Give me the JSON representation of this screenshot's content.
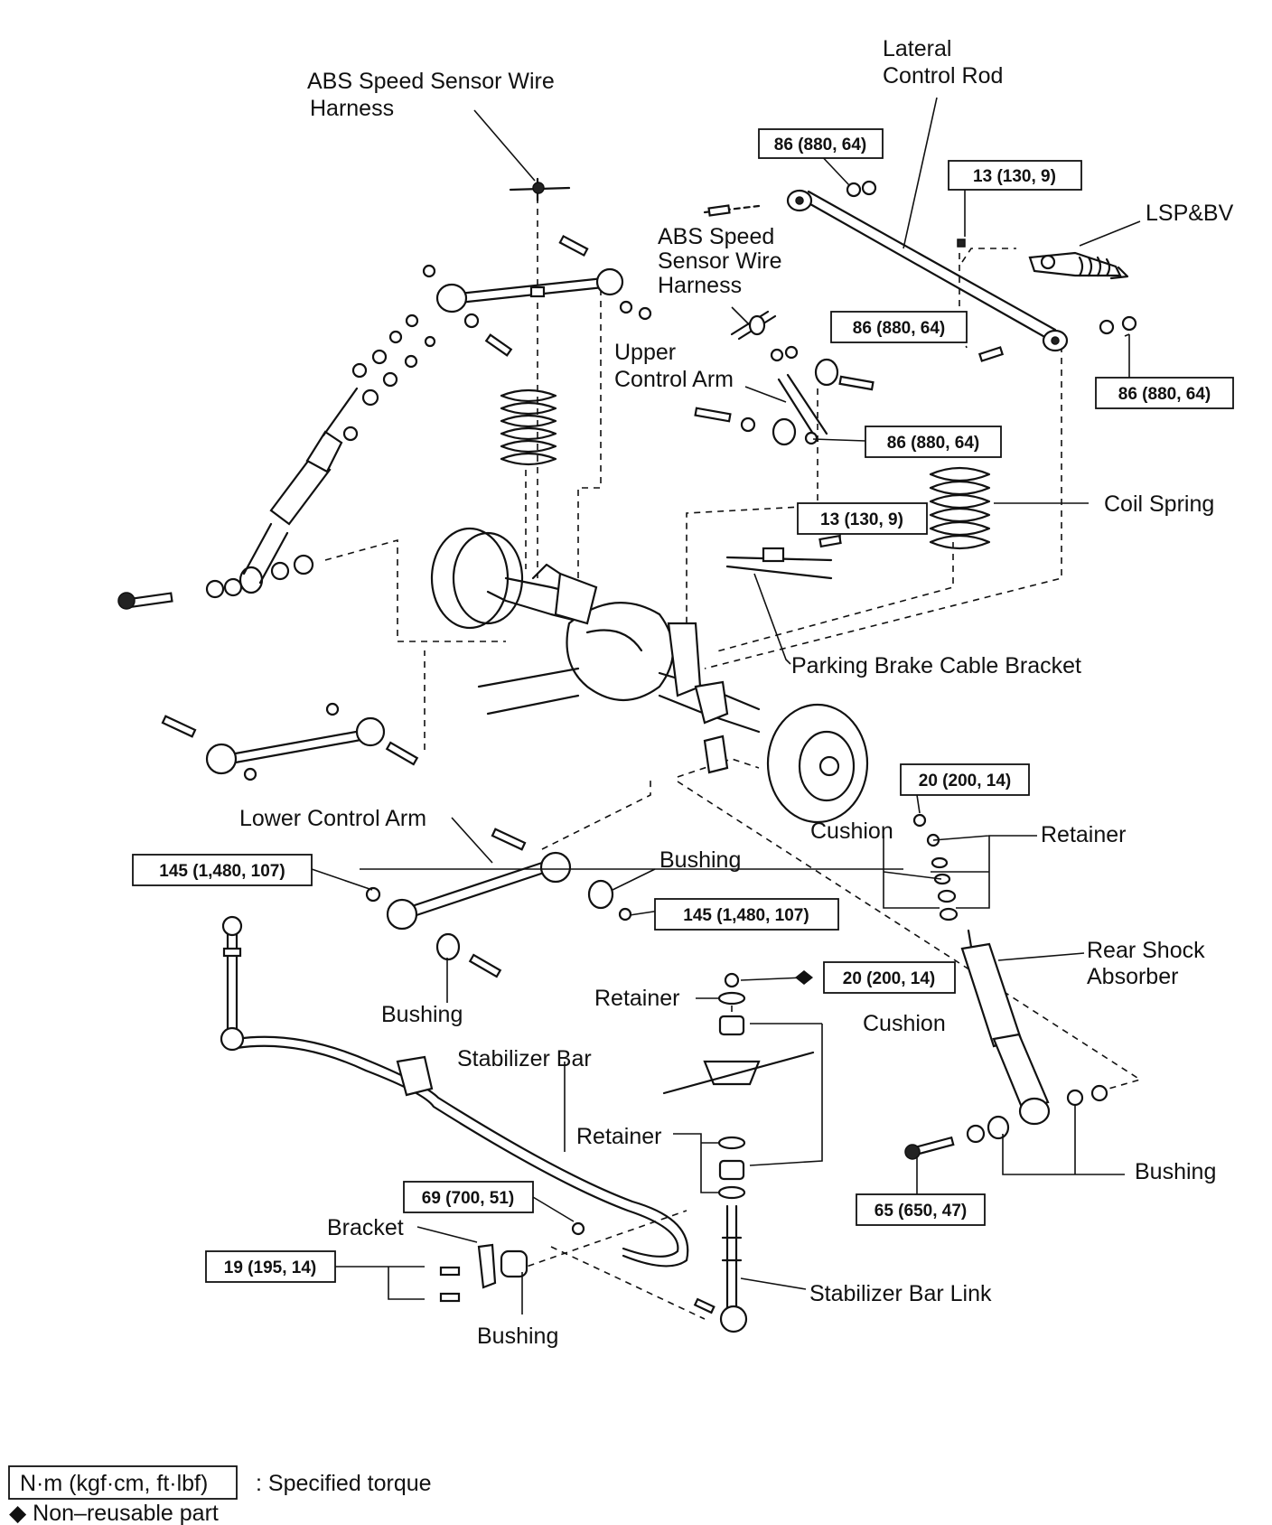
{
  "labels": {
    "lateral_control_rod": [
      "Lateral",
      "Control Rod"
    ],
    "abs_harness_top": [
      "ABS Speed Sensor Wire",
      "Harness"
    ],
    "abs_harness_mid": [
      "ABS Speed",
      "Sensor Wire",
      "Harness"
    ],
    "lsp_bv": "LSP&BV",
    "upper_control_arm": [
      "Upper",
      "Control Arm"
    ],
    "coil_spring": "Coil Spring",
    "parking_brake_cable_bracket": "Parking Brake Cable Bracket",
    "lower_control_arm": "Lower Control Arm",
    "cushion_upper": "Cushion",
    "retainer_upper": "Retainer",
    "bushing_lca_right": "Bushing",
    "bushing_lca_left": "Bushing",
    "rear_shock_absorber": [
      "Rear Shock",
      "Absorber"
    ],
    "retainer_link_upper": "Retainer",
    "cushion_link": "Cushion",
    "stabilizer_bar": "Stabilizer Bar",
    "retainer_link_lower": "Retainer",
    "bushing_shock": "Bushing",
    "bracket": "Bracket",
    "bushing_stab": "Bushing",
    "stabilizer_bar_link": "Stabilizer Bar Link"
  },
  "torques": {
    "lat_rod_front": "86 (880, 64)",
    "lsp_bolt": "13 (130, 9)",
    "upper_arm_rear": "86 (880, 64)",
    "lat_rod_rear": "86 (880, 64)",
    "upper_arm_front": "86 (880, 64)",
    "parking_bracket": "13 (130, 9)",
    "shock_top": "20 (200, 14)",
    "lower_arm_left": "145 (1,480, 107)",
    "lower_arm_right": "145 (1,480, 107)",
    "link_top": "20 (200, 14)",
    "shock_bottom": "65 (650, 47)",
    "stab_bar_nut": "69 (700, 51)",
    "bracket_bolts": "19 (195, 14)"
  },
  "legend": {
    "torque_box": "N·m (kgf·cm, ft·lbf)",
    "torque_desc": ": Specified torque",
    "nonreusable": "◆ Non–reusable part"
  }
}
